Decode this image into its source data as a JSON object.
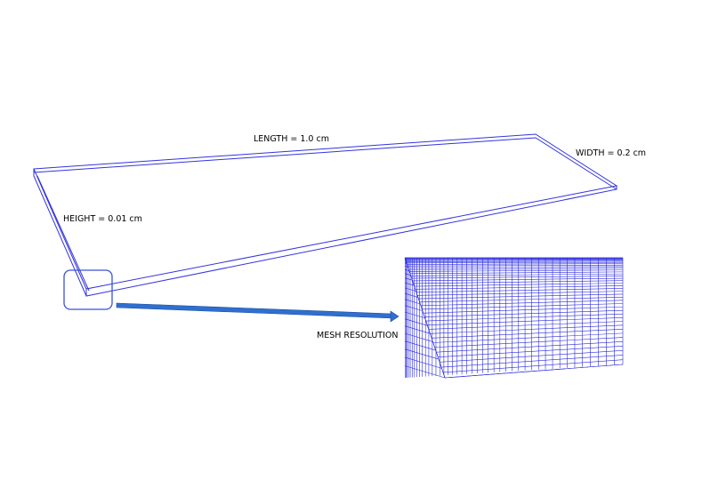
{
  "labels": {
    "length": "LENGTH = 1.0 cm",
    "width": "WIDTH = 0.2 cm",
    "height": "HEIGHT = 0.01 cm",
    "mesh": "MESH RESOLUTION"
  },
  "colors": {
    "line": "#2b2bd6",
    "mesh": "#2a2ae0",
    "arrow": "#2f6fd0",
    "highlight": "#3a52d8"
  }
}
